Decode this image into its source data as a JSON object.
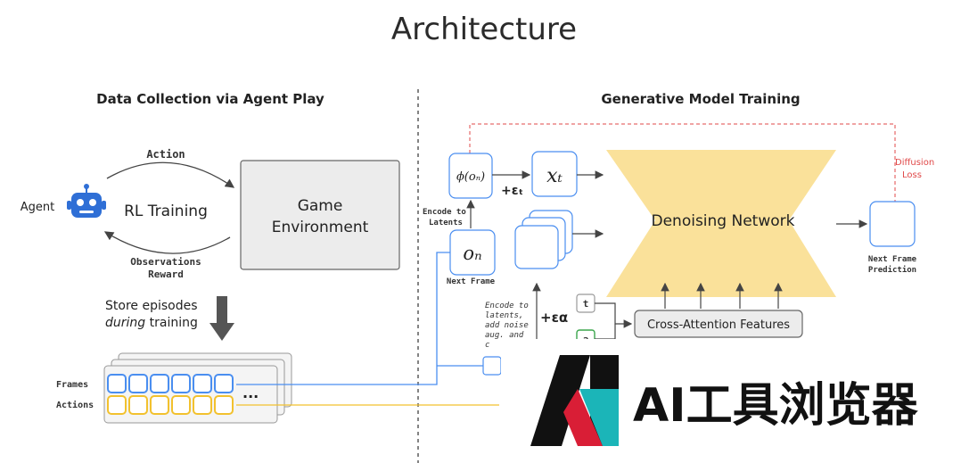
{
  "title": "Architecture",
  "left_panel": {
    "heading": "Data Collection via Agent Play",
    "action_label": "Action",
    "agent_label": "Agent",
    "rl_training_label": "RL Training",
    "game_env_line1": "Game",
    "game_env_line2": "Environment",
    "observations_label": "Observations",
    "reward_label": "Reward",
    "store_line1": "Store episodes",
    "store_line2_italic": "during",
    "store_line2_rest": " training",
    "frames_label": "Frames",
    "actions_label": "Actions",
    "ellipsis": "...",
    "colors": {
      "frames": "#4a8ef0",
      "actions": "#f2c12e",
      "robot": "#2f6fd6"
    }
  },
  "right_panel": {
    "heading": "Generative Model Training",
    "phi_label": "ϕ(oₙ)",
    "eps_t_label": "+εₜ",
    "xt_label": "xₜ",
    "encode_line1": "Encode to",
    "encode_line2": "Latents",
    "on_label": "oₙ",
    "next_frame_label": "Next Frame",
    "denoising_label": "Denoising Network",
    "diffusion_loss_line1": "Diffusion",
    "diffusion_loss_line2": "Loss",
    "next_frame_pred_line1": "Next Frame",
    "next_frame_pred_line2": "Prediction",
    "noise_notes": [
      "Encode to",
      "latents,",
      "add noise",
      "aug. and",
      "c"
    ],
    "eps_a_label": "+εα",
    "t_box_label": "t",
    "a_box_label": "a",
    "cross_attention_label": "Cross-Attention Features",
    "colors": {
      "network": "#fae19a",
      "loss": "#e04848",
      "box_border": "#4a8ef0"
    }
  },
  "watermark": {
    "text": "AI工具浏览器",
    "logo_letter": "A"
  }
}
